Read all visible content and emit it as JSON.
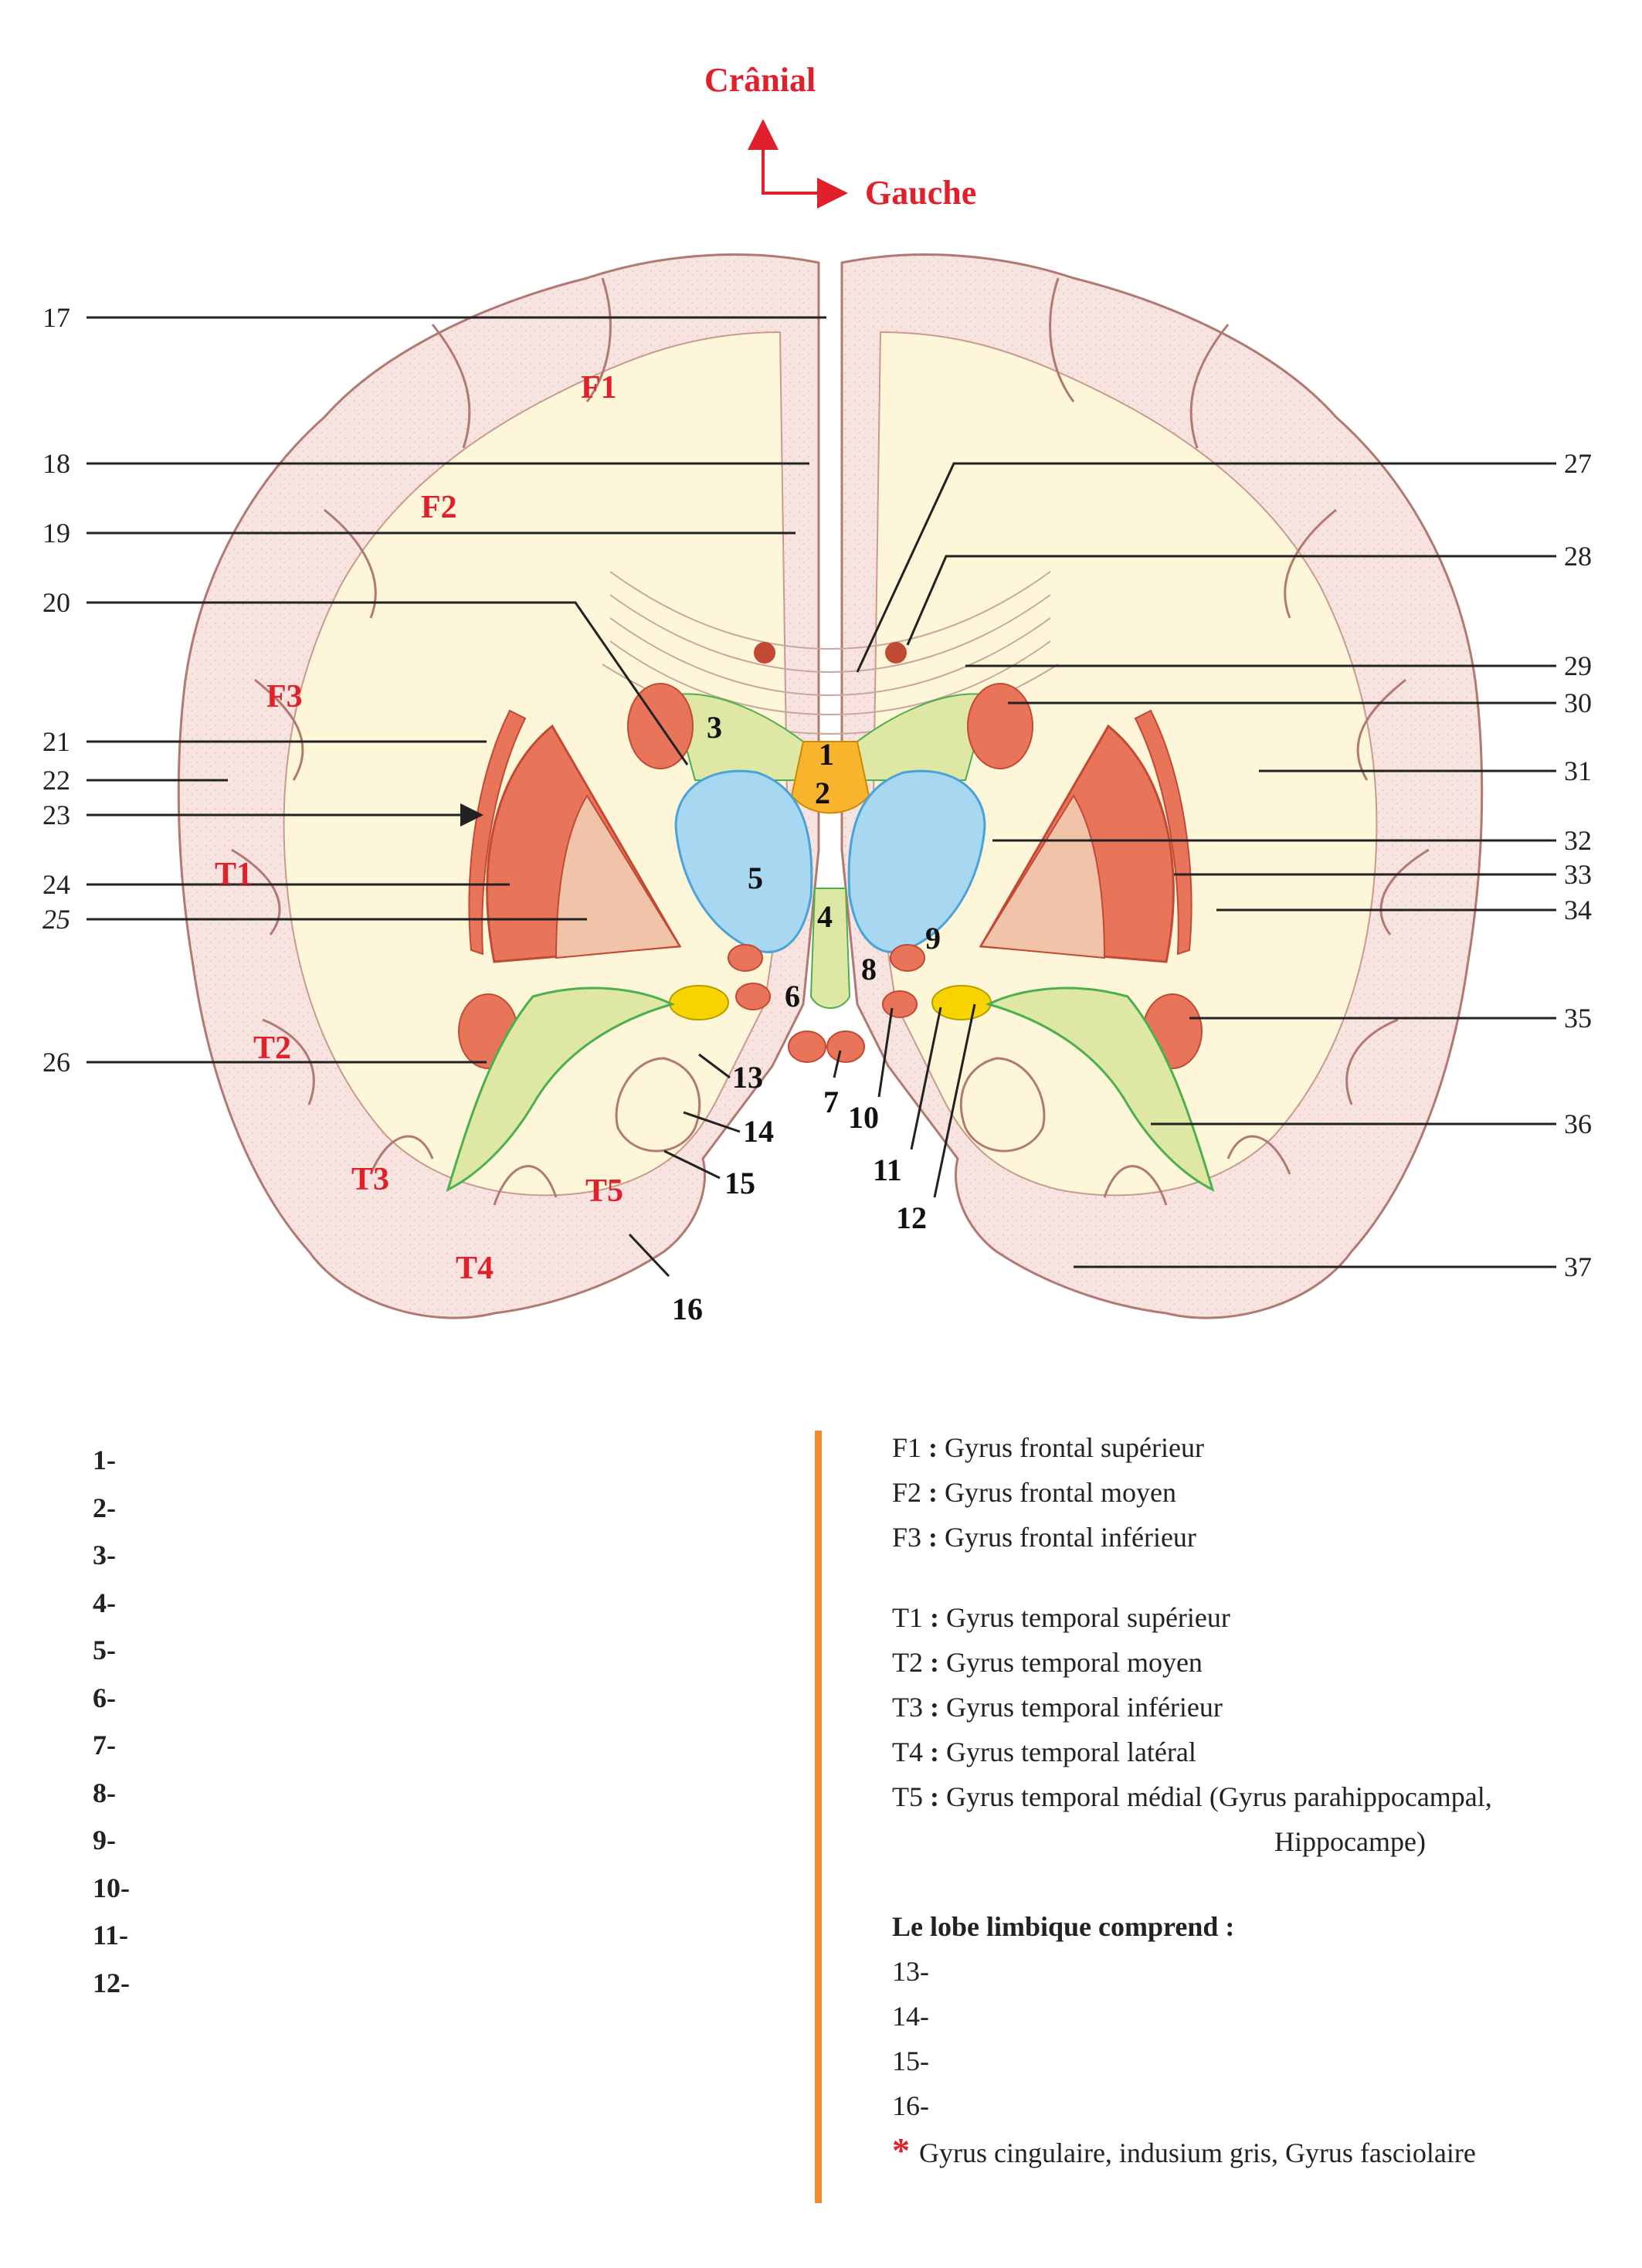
{
  "orientation": {
    "up_label": "Crânial",
    "right_label": "Gauche"
  },
  "diagram_numbers": [
    "1",
    "2",
    "3",
    "4",
    "5",
    "6",
    "7",
    "8",
    "9",
    "10",
    "11",
    "12",
    "13",
    "14",
    "15",
    "16",
    "17",
    "18",
    "19",
    "20",
    "21",
    "22",
    "23",
    "24",
    "25",
    "26",
    "27",
    "28",
    "29",
    "30",
    "31",
    "32",
    "33",
    "34",
    "35",
    "36",
    "37"
  ],
  "gyrus_labels": [
    "F1",
    "F2",
    "F3",
    "T1",
    "T2",
    "T3",
    "T4",
    "T5"
  ],
  "answer_lines": [
    "1-",
    "2-",
    "3-",
    "4-",
    "5-",
    "6-",
    "7-",
    "8-",
    "9-",
    "10-",
    "11-",
    "12-"
  ],
  "legend": {
    "frontal": [
      {
        "code": "F1",
        "text": "Gyrus frontal supérieur"
      },
      {
        "code": "F2",
        "text": "Gyrus frontal moyen"
      },
      {
        "code": "F3",
        "text": "Gyrus frontal inférieur"
      }
    ],
    "temporal": [
      {
        "code": "T1",
        "text": "Gyrus temporal supérieur"
      },
      {
        "code": "T2",
        "text": "Gyrus temporal moyen"
      },
      {
        "code": "T3",
        "text": "Gyrus temporal inférieur"
      },
      {
        "code": "T4",
        "text": "Gyrus temporal latéral"
      },
      {
        "code": "T5",
        "text": "Gyrus temporal médial (Gyrus parahippocampal,"
      }
    ],
    "t5_continuation": "Hippocampe)",
    "separator": ":",
    "limbic_heading": "Le lobe limbique comprend :",
    "limbic_items": [
      "13-",
      "14-",
      "15-",
      "16-"
    ],
    "note_marker": "*",
    "note": "Gyrus cingulaire, indusium gris, Gyrus fasciolaire"
  },
  "colors": {
    "accent_red": "#e0202a",
    "cortex": "#f7e3df",
    "white_matter": "#fdf6d8",
    "thalamus_blue": "#a8d7f2",
    "nuclei_red": "#e8755a",
    "hippocampus_green": "#dfe7a4",
    "mammillary_yellow": "#f7d400",
    "divider_orange": "#f08a2c"
  }
}
